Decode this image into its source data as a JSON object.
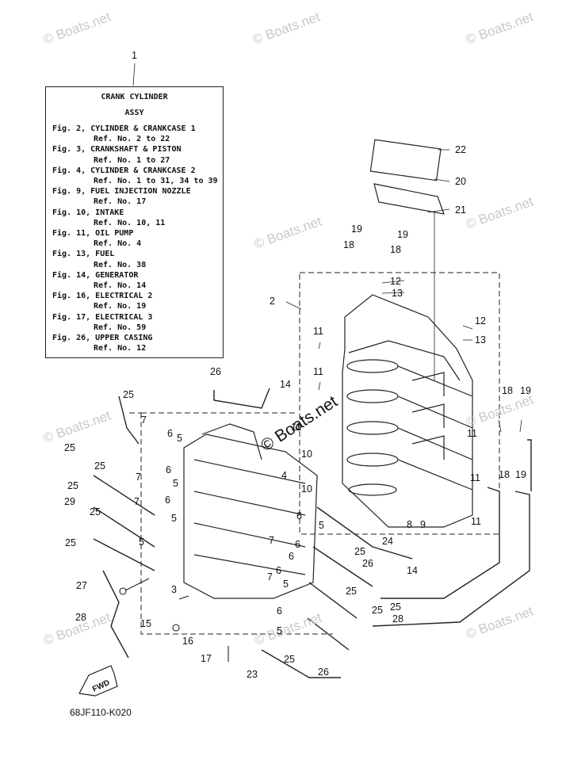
{
  "watermark": "© Boats.net",
  "legend": {
    "callout": "1",
    "title": "CRANK CYLINDER",
    "subtitle": "ASSY",
    "entries": [
      {
        "fig": "Fig. 2, CYLINDER & CRANKCASE 1",
        "ref": "Ref. No. 2 to 22"
      },
      {
        "fig": "Fig. 3, CRANKSHAFT & PISTON",
        "ref": "Ref. No. 1 to 27"
      },
      {
        "fig": "Fig. 4, CYLINDER & CRANKCASE 2",
        "ref": "Ref. No. 1 to 31, 34 to 39"
      },
      {
        "fig": "Fig. 9, FUEL INJECTION NOZZLE",
        "ref": "Ref. No. 17"
      },
      {
        "fig": "Fig. 10, INTAKE",
        "ref": "Ref. No. 10, 11"
      },
      {
        "fig": "Fig. 11, OIL PUMP",
        "ref": "Ref. No. 4"
      },
      {
        "fig": "Fig. 13, FUEL",
        "ref": "Ref. No. 38"
      },
      {
        "fig": "Fig. 14, GENERATOR",
        "ref": "Ref. No. 14"
      },
      {
        "fig": "Fig. 16, ELECTRICAL 2",
        "ref": "Ref. No. 19"
      },
      {
        "fig": "Fig. 17, ELECTRICAL 3",
        "ref": "Ref. No. 59"
      },
      {
        "fig": "Fig. 26, UPPER CASING",
        "ref": "Ref. No. 12"
      }
    ]
  },
  "fwd_label": "FWD",
  "diagram_code": "68JF110-K020",
  "callouts": [
    "22",
    "20",
    "21",
    "19",
    "19",
    "18",
    "18",
    "2",
    "12",
    "13",
    "12",
    "13",
    "11",
    "11",
    "11",
    "11",
    "11",
    "11",
    "14",
    "14",
    "18",
    "19",
    "18",
    "19",
    "10",
    "10",
    "8",
    "9",
    "26",
    "25",
    "7",
    "6",
    "5",
    "25",
    "25",
    "6",
    "5",
    "7",
    "25",
    "29",
    "25",
    "7",
    "6",
    "5",
    "6",
    "25",
    "5",
    "4",
    "3",
    "27",
    "28",
    "15",
    "16",
    "17",
    "6",
    "7",
    "6",
    "5",
    "6",
    "5",
    "7",
    "6",
    "5",
    "24",
    "25",
    "26",
    "25",
    "25",
    "25",
    "28",
    "25",
    "26",
    "23"
  ]
}
